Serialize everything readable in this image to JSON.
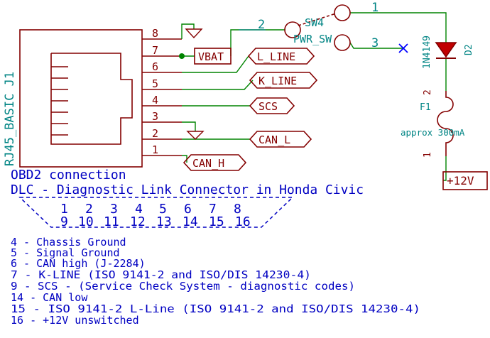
{
  "connector": {
    "ref": "RJ45_BASIC J1",
    "pins": [
      "8",
      "7",
      "6",
      "5",
      "4",
      "3",
      "2",
      "1"
    ]
  },
  "net_labels": {
    "vbat": "VBAT",
    "l_line": "L_LINE",
    "k_line": "K_LINE",
    "scs": "SCS",
    "can_l": "CAN_L",
    "can_h": "CAN_H",
    "plus12v": "+12V"
  },
  "switch": {
    "ref": "SW4",
    "value": "PWR_SW",
    "pins": [
      "2",
      "1",
      "3"
    ]
  },
  "diode": {
    "value": "1N4149",
    "ref": "D2"
  },
  "fuse": {
    "ref": "F1",
    "value": "approx 300mA",
    "pins": [
      "2",
      "1"
    ]
  },
  "title": {
    "line1": "OBD2 connection",
    "line2": "DLC - Diagnostic Link Connector in Honda Civic"
  },
  "dlc_pins": {
    "row1": [
      "1",
      "2",
      "3",
      "4",
      "5",
      "6",
      "7",
      "8"
    ],
    "row2": [
      "9",
      "10",
      "11",
      "12",
      "13",
      "14",
      "15",
      "16"
    ]
  },
  "pin_notes": [
    "4 - Chassis Ground",
    "5 - Signal Ground",
    "6 - CAN high (J-2284)",
    "7 - K-LINE (ISO 9141-2 and ISO/DIS 14230-4)",
    "9 - SCS - (Service Check System - diagnostic codes)",
    "14 - CAN low",
    "15 - ISO 9141-2 L-Line (ISO 9141-2 and ISO/DIS 14230-4)",
    "16 - +12V unswitched"
  ],
  "colors": {
    "component": "#840000",
    "wire": "#008400",
    "label": "#0000c2",
    "switch_value": "#008484",
    "diode_fill": "#c20000",
    "no_connect": "#0000ff"
  }
}
